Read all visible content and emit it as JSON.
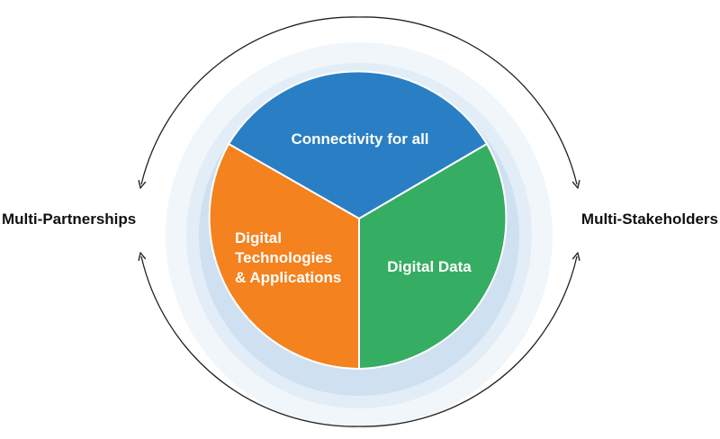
{
  "segments": {
    "top": {
      "label": "Connectivity for all",
      "color": "#2a7fc4"
    },
    "left": {
      "lines": [
        "Digital",
        "Technologies",
        "& Applications"
      ],
      "color": "#f4821f"
    },
    "right": {
      "label": "Digital Data",
      "color": "#35ad62"
    }
  },
  "left_side_label": "Multi-Partnerships",
  "right_side_label": "Multi-Stakeholders",
  "ring_colors": {
    "outer": "#f1f6fb",
    "middle": "#e2edf7",
    "inner": "#cfe0f0"
  },
  "arrow_color": "#222222"
}
